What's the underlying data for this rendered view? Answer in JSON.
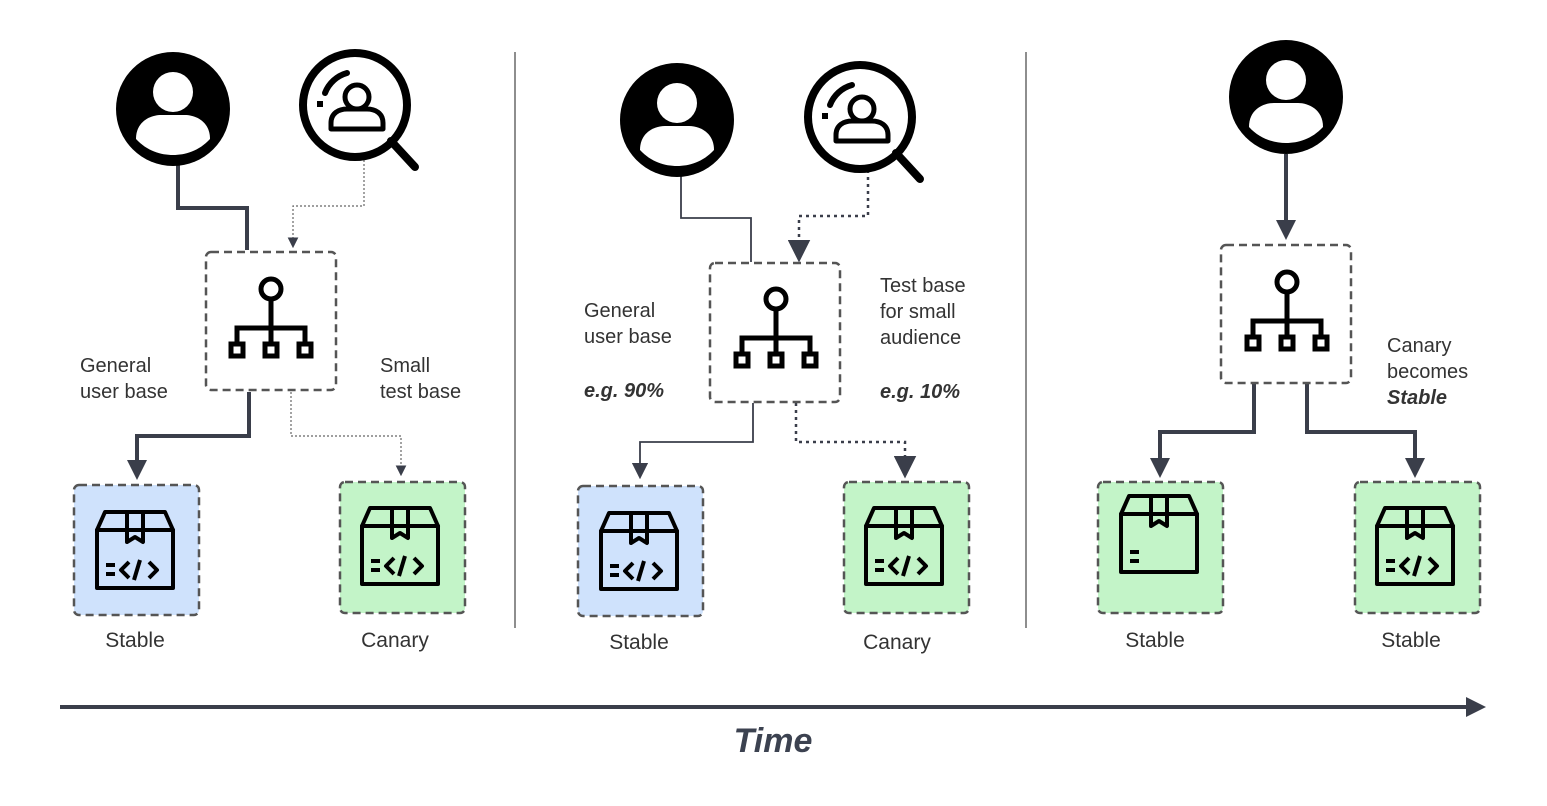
{
  "panels": [
    {
      "label_left": [
        "General",
        "user base"
      ],
      "label_right": [
        "Small",
        "test base"
      ],
      "caption_left": "Stable",
      "caption_right": "Canary"
    },
    {
      "label_left": [
        "General",
        "user base"
      ],
      "label_right": [
        "Test base",
        "for small",
        "audience"
      ],
      "pct_left": "e.g. 90%",
      "pct_right": "e.g. 10%",
      "caption_left": "Stable",
      "caption_right": "Canary"
    },
    {
      "label_right": [
        "Canary",
        "becomes"
      ],
      "label_right_emphasis": "Stable",
      "caption_left": "Stable",
      "caption_right": "Stable"
    }
  ],
  "axis_label": "Time",
  "colors": {
    "stable_fill": "#cfe2fc",
    "canary_fill": "#c3f4c8",
    "line": "#3a3e4a",
    "icon": "#000000"
  },
  "icons": [
    "user-icon",
    "search-user-icon",
    "hierarchy-icon",
    "code-package-icon",
    "package-icon"
  ]
}
